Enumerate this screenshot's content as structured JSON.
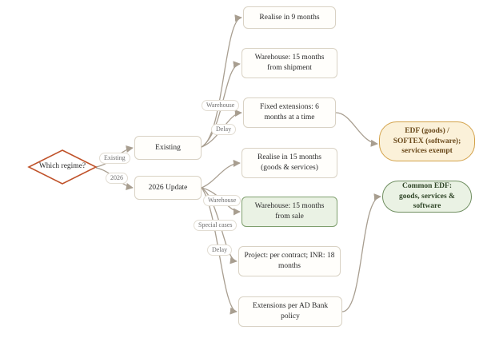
{
  "decision": {
    "label": "Which regime?"
  },
  "edge_labels": {
    "existing": "Existing",
    "update_2026": "2026",
    "warehouse_top": "Warehouse",
    "delay_top": "Delay",
    "warehouse_bottom": "Warehouse",
    "special_cases": "Special cases",
    "delay_bottom": "Delay"
  },
  "nodes": {
    "existing": "Existing",
    "update": "2026 Update",
    "realise9": "Realise in 9 months",
    "warehouse15ship": "Warehouse: 15 months from shipment",
    "fixedExt": "Fixed extensions: 6 months at a time",
    "realise15": "Realise in 15 months (goods & services)",
    "warehouse15sale": "Warehouse: 15 months from sale",
    "project": "Project: per contract; INR: 18 months",
    "extAD": "Extensions per AD Bank policy"
  },
  "terminals": {
    "edf": "EDF (goods) / SOFTEX (software); services exempt",
    "common": "Common EDF: goods, services & software"
  },
  "colors": {
    "decision_border": "#c0532b",
    "edge": "#a89e90",
    "gold_border": "#d3a24a",
    "green_border": "#6f8e60"
  }
}
